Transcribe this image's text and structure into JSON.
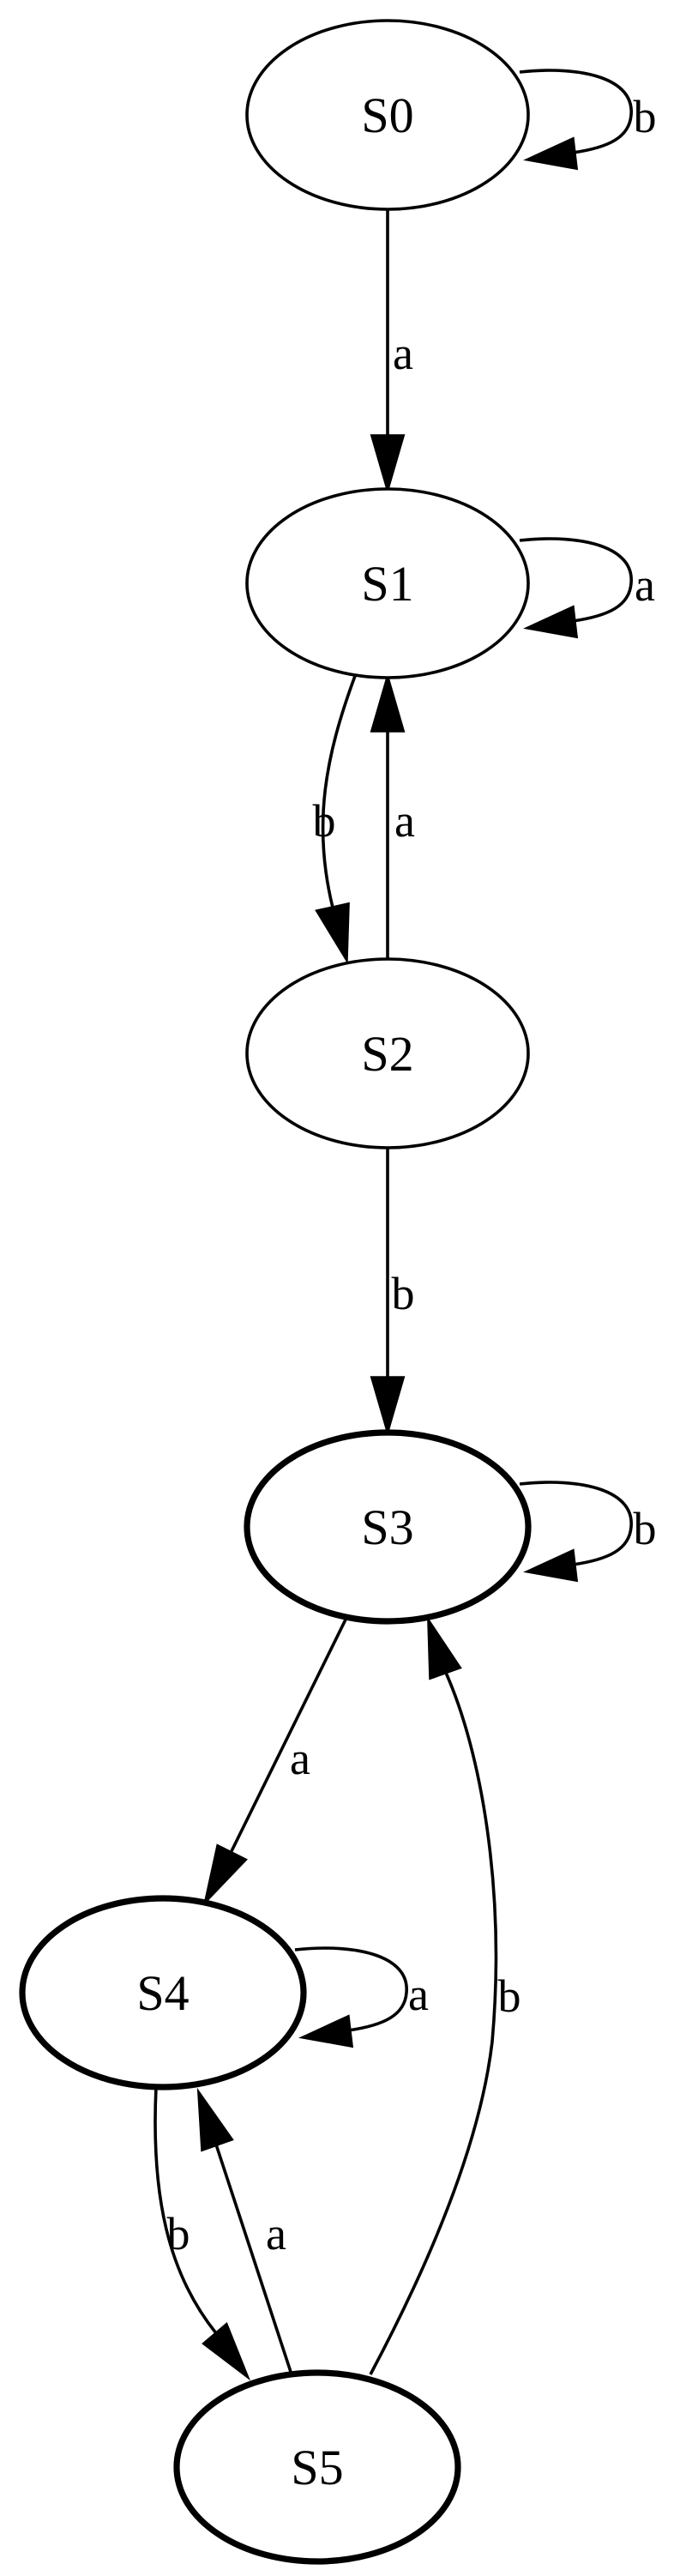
{
  "diagram": {
    "colors": {
      "stroke": "#000000",
      "background": "#ffffff"
    },
    "nodes": [
      {
        "id": "S0",
        "label": "S0",
        "accepting": false
      },
      {
        "id": "S1",
        "label": "S1",
        "accepting": false
      },
      {
        "id": "S2",
        "label": "S2",
        "accepting": false
      },
      {
        "id": "S3",
        "label": "S3",
        "accepting": true
      },
      {
        "id": "S4",
        "label": "S4",
        "accepting": true
      },
      {
        "id": "S5",
        "label": "S5",
        "accepting": true
      }
    ],
    "edges": [
      {
        "id": "S0-S0",
        "from": "S0",
        "to": "S0",
        "label": "b"
      },
      {
        "id": "S0-S1",
        "from": "S0",
        "to": "S1",
        "label": "a"
      },
      {
        "id": "S1-S1",
        "from": "S1",
        "to": "S1",
        "label": "a"
      },
      {
        "id": "S1-S2",
        "from": "S1",
        "to": "S2",
        "label": "b"
      },
      {
        "id": "S2-S1",
        "from": "S2",
        "to": "S1",
        "label": "a"
      },
      {
        "id": "S2-S3",
        "from": "S2",
        "to": "S3",
        "label": "b"
      },
      {
        "id": "S3-S3",
        "from": "S3",
        "to": "S3",
        "label": "b"
      },
      {
        "id": "S3-S4",
        "from": "S3",
        "to": "S4",
        "label": "a"
      },
      {
        "id": "S4-S4",
        "from": "S4",
        "to": "S4",
        "label": "a"
      },
      {
        "id": "S4-S5",
        "from": "S4",
        "to": "S5",
        "label": "b"
      },
      {
        "id": "S5-S4",
        "from": "S5",
        "to": "S4",
        "label": "a"
      },
      {
        "id": "S5-S3",
        "from": "S5",
        "to": "S3",
        "label": "b"
      }
    ]
  }
}
